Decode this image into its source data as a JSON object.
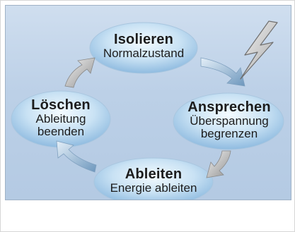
{
  "nodes": [
    {
      "id": "isolieren",
      "title": "Isolieren",
      "lines": [
        "Normalzustand"
      ]
    },
    {
      "id": "ansprechen",
      "title": "Ansprechen",
      "lines": [
        "Überspannung",
        "begrenzen"
      ]
    },
    {
      "id": "ableiten",
      "title": "Ableiten",
      "lines": [
        "Energie ableiten"
      ]
    },
    {
      "id": "loeschen",
      "title": "Löschen",
      "lines": [
        "Ableitung",
        "beenden"
      ]
    }
  ],
  "flow": [
    "isolieren",
    "ansprechen",
    "ableiten",
    "loeschen",
    "isolieren"
  ],
  "icons": {
    "lightning": "lightning-bolt-icon"
  },
  "colors": {
    "panel_top": "#cfdeef",
    "panel_bottom": "#b4cae3",
    "ellipse_light": "#f4fbff",
    "ellipse_mid": "#c9e2f4",
    "ellipse_dark": "#8fbbe0",
    "arrow_blue": "#7fa8cb",
    "arrow_grey": "#9a9a9a",
    "bolt": "#b9b9b9"
  }
}
